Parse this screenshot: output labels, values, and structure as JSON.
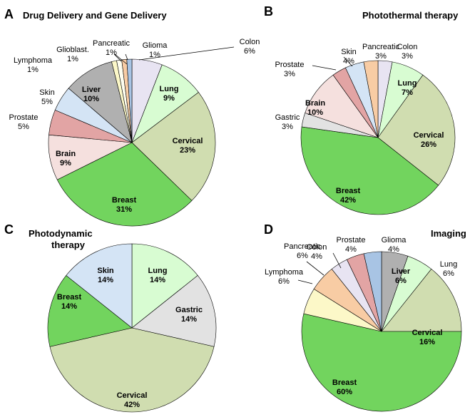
{
  "chart_data": [
    {
      "type": "pie",
      "panel": "A",
      "title": "Drug Delivery and Gene Delivery",
      "slices": [
        {
          "name": "Colon",
          "value": 6,
          "color": "#e8e4f2",
          "pct": "6%"
        },
        {
          "name": "Lung",
          "value": 9,
          "color": "#d8fcd2",
          "pct": "9%"
        },
        {
          "name": "Cervical",
          "value": 23,
          "color": "#d0ddb0",
          "pct": "23%"
        },
        {
          "name": "Breast",
          "value": 31,
          "color": "#72d45e",
          "pct": "31%"
        },
        {
          "name": "Brain",
          "value": 9,
          "color": "#f5e0de",
          "pct": "9%"
        },
        {
          "name": "Prostate",
          "value": 5,
          "color": "#e2a4a4",
          "pct": "5%"
        },
        {
          "name": "Skin",
          "value": 5,
          "color": "#d4e4f5",
          "pct": "5%"
        },
        {
          "name": "Liver",
          "value": 10,
          "color": "#b0b0b0",
          "pct": "10%"
        },
        {
          "name": "Lymphoma",
          "value": 1,
          "color": "#fcf8c8",
          "pct": "1%"
        },
        {
          "name": "Glioblast.",
          "value": 1,
          "color": "#fefef0",
          "pct": "1%"
        },
        {
          "name": "Pancreatic",
          "value": 1,
          "color": "#f8cca4",
          "pct": "1%"
        },
        {
          "name": "Glioma",
          "value": 1,
          "color": "#a8c4e4",
          "pct": "1%"
        }
      ]
    },
    {
      "type": "pie",
      "panel": "B",
      "title": "Photothermal therapy",
      "slices": [
        {
          "name": "Colon",
          "value": 3,
          "color": "#e8e4f2",
          "pct": "3%"
        },
        {
          "name": "Lung",
          "value": 7,
          "color": "#d8fcd2",
          "pct": "7%"
        },
        {
          "name": "Cervical",
          "value": 26,
          "color": "#d0ddb0",
          "pct": "26%"
        },
        {
          "name": "Breast",
          "value": 42,
          "color": "#72d45e",
          "pct": "42%"
        },
        {
          "name": "Gastric",
          "value": 3,
          "color": "#e2e2e2",
          "pct": "3%"
        },
        {
          "name": "Brain",
          "value": 10,
          "color": "#f5e0de",
          "pct": "10%"
        },
        {
          "name": "Prostate",
          "value": 3,
          "color": "#e2a4a4",
          "pct": "3%"
        },
        {
          "name": "Skin",
          "value": 4,
          "color": "#d4e4f5",
          "pct": "4%"
        },
        {
          "name": "Pancreatic",
          "value": 3,
          "color": "#f8cca4",
          "pct": "3%"
        }
      ]
    },
    {
      "type": "pie",
      "panel": "C",
      "title": "Photodynamic therapy",
      "slices": [
        {
          "name": "Lung",
          "value": 14,
          "color": "#d8fcd2",
          "pct": "14%"
        },
        {
          "name": "Gastric",
          "value": 14,
          "color": "#e2e2e2",
          "pct": "14%"
        },
        {
          "name": "Cervical",
          "value": 42,
          "color": "#d0ddb0",
          "pct": "42%"
        },
        {
          "name": "Breast",
          "value": 14,
          "color": "#72d45e",
          "pct": "14%"
        },
        {
          "name": "Skin",
          "value": 14,
          "color": "#d4e4f5",
          "pct": "14%"
        }
      ]
    },
    {
      "type": "pie",
      "panel": "D",
      "title": "Imaging",
      "slices": [
        {
          "name": "Liver",
          "value": 6,
          "color": "#b0b0b0",
          "pct": "6%"
        },
        {
          "name": "Lung",
          "value": 6,
          "color": "#d8fcd2",
          "pct": "6%"
        },
        {
          "name": "Cervical",
          "value": 16,
          "color": "#d0ddb0",
          "pct": "16%"
        },
        {
          "name": "Breast",
          "value": 60,
          "color": "#72d45e",
          "pct": "60%"
        },
        {
          "name": "Lymphoma",
          "value": 6,
          "color": "#fcf8c8",
          "pct": "6%"
        },
        {
          "name": "Pancreatic",
          "value": 6,
          "color": "#f8cca4",
          "pct": "6%"
        },
        {
          "name": "Colon",
          "value": 4,
          "color": "#e8e4f2",
          "pct": "4%"
        },
        {
          "name": "Prostate",
          "value": 4,
          "color": "#e2a4a4",
          "pct": "4%"
        },
        {
          "name": "Glioma",
          "value": 4,
          "color": "#a8c4e4",
          "pct": "4%"
        }
      ]
    }
  ]
}
